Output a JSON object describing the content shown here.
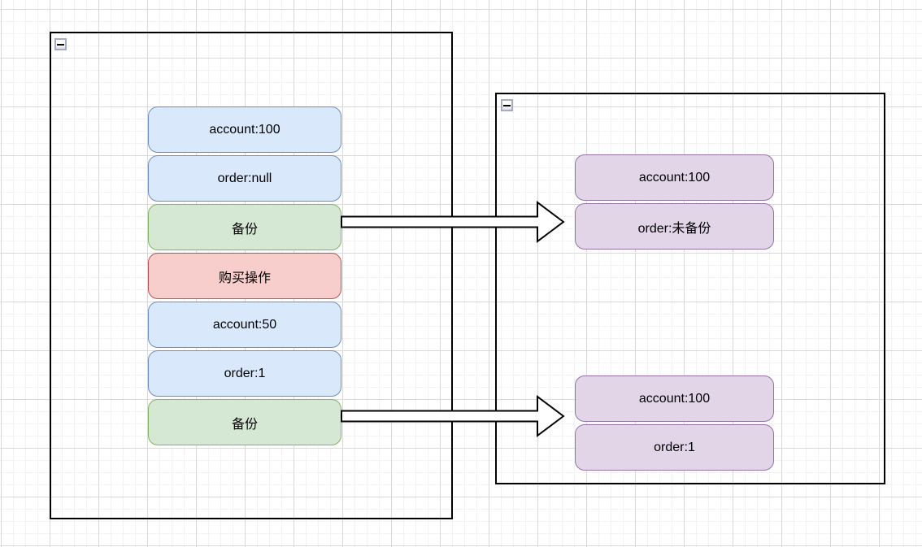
{
  "canvas": {
    "type": "diagram-grid-canvas",
    "grid_minor_color": "#f3f3f3",
    "grid_major_color": "#d9d9d9",
    "background_color": "#ffffff"
  },
  "palette": {
    "blue_fill": "#dae8fc",
    "blue_stroke": "#6c8ebf",
    "green_fill": "#d5e8d4",
    "green_stroke": "#82b366",
    "red_fill": "#f8cecc",
    "red_stroke": "#b85450",
    "purple_fill": "#e1d5e7",
    "purple_stroke": "#9673a6",
    "container_stroke": "#000000",
    "arrow_fill": "#ffffff",
    "arrow_stroke": "#000000",
    "text_color": "#000000"
  },
  "left_container": {
    "collapse_icon": "minus",
    "nodes": [
      {
        "label": "account:100",
        "color": "blue"
      },
      {
        "label": "order:null",
        "color": "blue"
      },
      {
        "label": "备份",
        "color": "green"
      },
      {
        "label": "购买操作",
        "color": "red"
      },
      {
        "label": "account:50",
        "color": "blue"
      },
      {
        "label": "order:1",
        "color": "blue"
      },
      {
        "label": "备份",
        "color": "green"
      }
    ]
  },
  "right_container": {
    "collapse_icon": "minus",
    "groups": [
      {
        "nodes": [
          {
            "label": "account:100",
            "color": "purple"
          },
          {
            "label": "order:未备份",
            "color": "purple"
          }
        ]
      },
      {
        "nodes": [
          {
            "label": "account:100",
            "color": "purple"
          },
          {
            "label": "order:1",
            "color": "purple"
          }
        ]
      }
    ]
  },
  "arrows": [
    {
      "name": "backup-arrow-top",
      "from": "备份",
      "to": "right-group-1",
      "direction": "right"
    },
    {
      "name": "backup-arrow-bottom",
      "from": "备份",
      "to": "right-group-2",
      "direction": "right"
    }
  ]
}
